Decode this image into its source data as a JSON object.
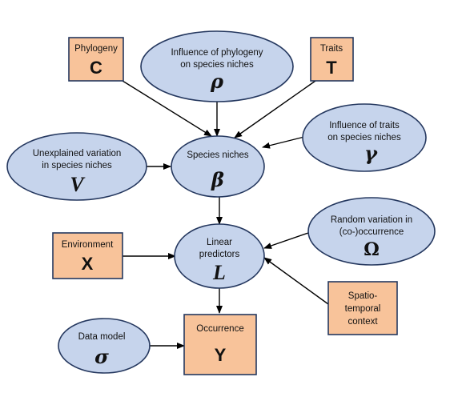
{
  "colors": {
    "ellipse_fill": "#c6d4ec",
    "box_fill": "#f8c39a",
    "stroke": "#25385f",
    "arrow": "#000000",
    "background": "#ffffff"
  },
  "nodes": {
    "phylogeny": {
      "shape": "box",
      "label": "Phylogeny",
      "symbol": "C"
    },
    "traits": {
      "shape": "box",
      "label": "Traits",
      "symbol": "T"
    },
    "phylogeny_influence": {
      "shape": "ellipse",
      "label_lines": [
        "Influence of phylogeny",
        "on species niches"
      ],
      "symbol": "ρ"
    },
    "traits_influence": {
      "shape": "ellipse",
      "label_lines": [
        "Influence of traits",
        "on species niches"
      ],
      "symbol": "γ"
    },
    "unexplained": {
      "shape": "ellipse",
      "label_lines": [
        "Unexplained variation",
        "in species niches"
      ],
      "symbol": "V"
    },
    "species_niches": {
      "shape": "ellipse",
      "label_lines": [
        "Species niches"
      ],
      "symbol": "β"
    },
    "environment": {
      "shape": "box",
      "label": "Environment",
      "symbol": "X"
    },
    "linear_predictors": {
      "shape": "ellipse",
      "label_lines": [
        "Linear",
        "predictors"
      ],
      "symbol": "L"
    },
    "random_variation": {
      "shape": "ellipse",
      "label_lines": [
        "Random variation in",
        "(co-)occurrence"
      ],
      "symbol": "Ω"
    },
    "spatiotemporal": {
      "shape": "box",
      "label_lines": [
        "Spatio-",
        "temporal",
        "context"
      ]
    },
    "data_model": {
      "shape": "ellipse",
      "label_lines": [
        "Data model"
      ],
      "symbol": "σ"
    },
    "occurrence": {
      "shape": "box",
      "label": "Occurrence",
      "symbol": "Y"
    }
  },
  "edges": [
    {
      "from": "phylogeny",
      "to": "species_niches"
    },
    {
      "from": "phylogeny_influence",
      "to": "species_niches"
    },
    {
      "from": "traits",
      "to": "species_niches"
    },
    {
      "from": "traits_influence",
      "to": "species_niches"
    },
    {
      "from": "unexplained",
      "to": "species_niches"
    },
    {
      "from": "species_niches",
      "to": "linear_predictors"
    },
    {
      "from": "environment",
      "to": "linear_predictors"
    },
    {
      "from": "random_variation",
      "to": "linear_predictors"
    },
    {
      "from": "spatiotemporal",
      "to": "linear_predictors"
    },
    {
      "from": "linear_predictors",
      "to": "occurrence"
    },
    {
      "from": "data_model",
      "to": "occurrence"
    }
  ]
}
